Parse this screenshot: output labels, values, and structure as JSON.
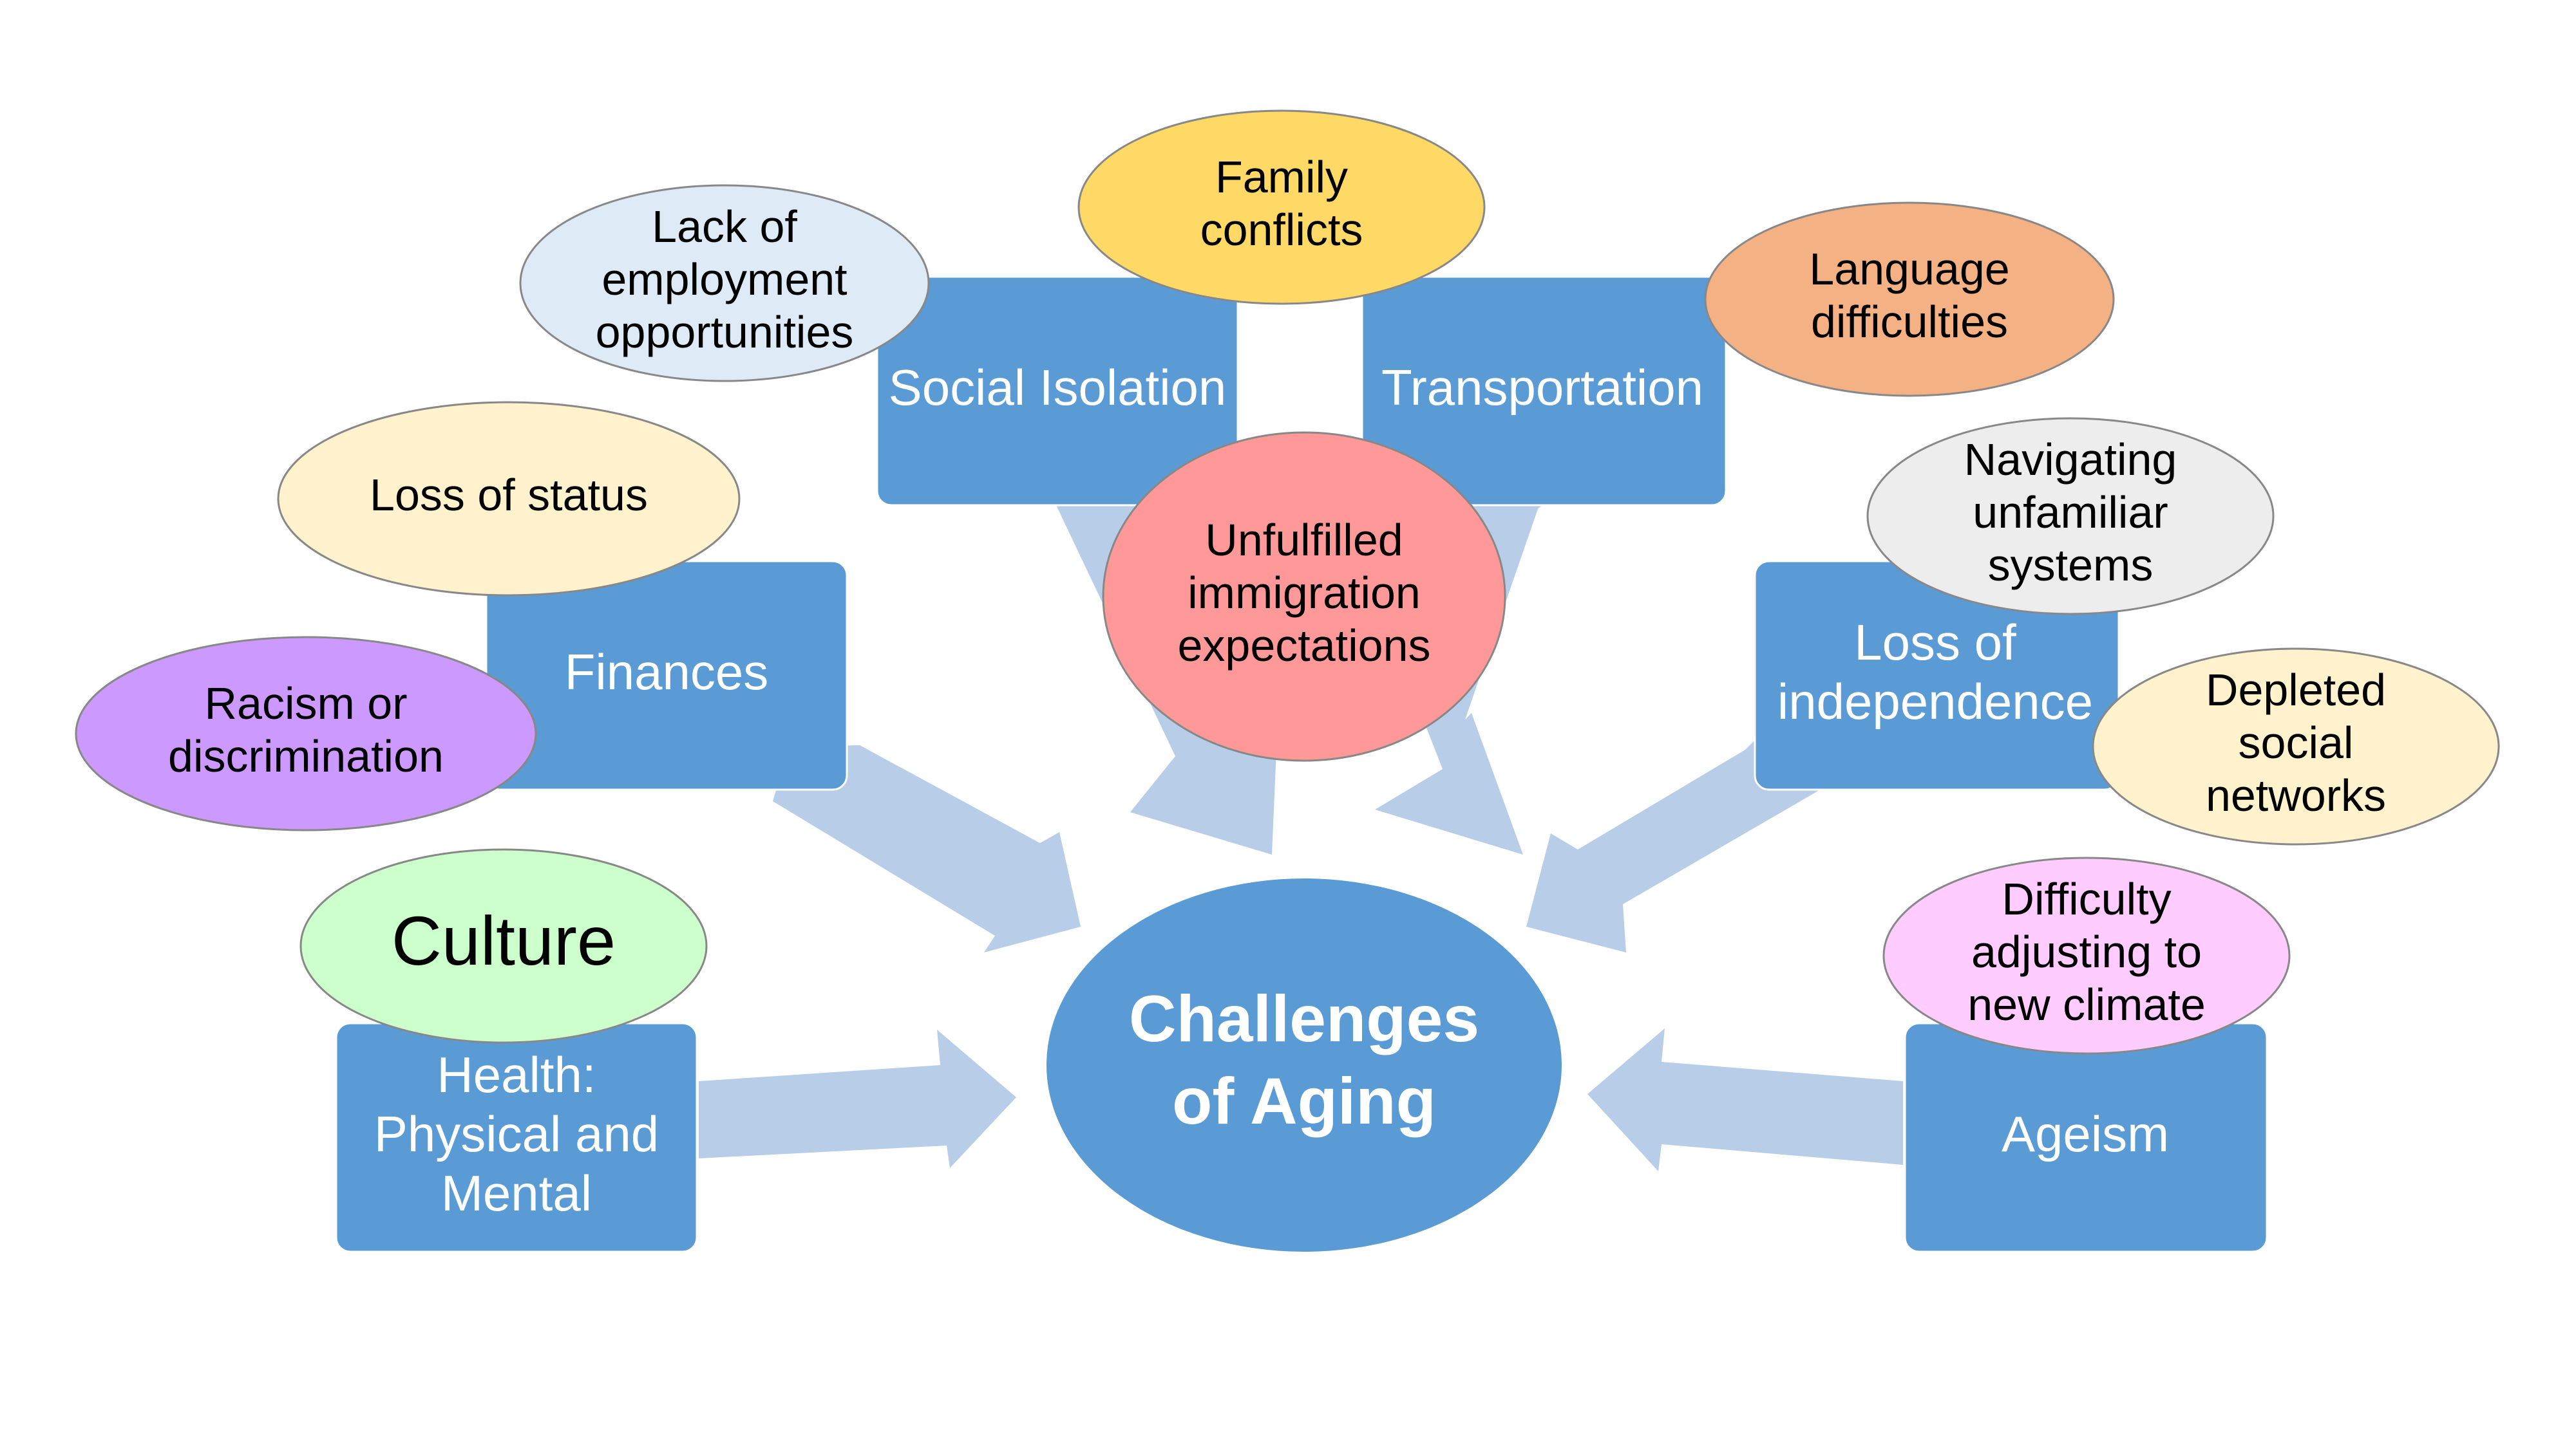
{
  "center": {
    "lines": [
      "Challenges",
      "of Aging"
    ],
    "color": "#5b9bd5"
  },
  "boxes": {
    "social_isolation": {
      "lines": [
        "Social Isolation"
      ]
    },
    "transportation": {
      "lines": [
        "Transportation"
      ]
    },
    "finances": {
      "lines": [
        "Finances"
      ]
    },
    "loss_of_independence": {
      "lines": [
        "Loss of",
        "independence"
      ]
    },
    "health": {
      "lines": [
        "Health:",
        "Physical and",
        "Mental"
      ]
    },
    "ageism": {
      "lines": [
        "Ageism"
      ]
    }
  },
  "ovals": {
    "family_conflicts": {
      "lines": [
        "Family",
        "conflicts"
      ],
      "color": "#ffd966"
    },
    "lack_of_employment": {
      "lines": [
        "Lack of",
        "employment",
        "opportunities"
      ],
      "color": "#deebf7"
    },
    "language_difficulties": {
      "lines": [
        "Language",
        "difficulties"
      ],
      "color": "#f4b183"
    },
    "loss_of_status": {
      "lines": [
        "Loss of status"
      ],
      "color": "#fff2cc"
    },
    "unfulfilled_expectations": {
      "lines": [
        "Unfulfilled",
        "immigration",
        "expectations"
      ],
      "color": "#ff9999"
    },
    "navigating_systems": {
      "lines": [
        "Navigating",
        "unfamiliar",
        "systems"
      ],
      "color": "#ededed"
    },
    "racism": {
      "lines": [
        "Racism or",
        "discrimination"
      ],
      "color": "#cc99ff"
    },
    "depleted_networks": {
      "lines": [
        "Depleted",
        "social",
        "networks"
      ],
      "color": "#fff2cc"
    },
    "culture": {
      "lines": [
        "Culture"
      ],
      "color": "#ccffcc"
    },
    "difficulty_climate": {
      "lines": [
        "Difficulty",
        "adjusting to",
        "new climate"
      ],
      "color": "#ffccff"
    }
  },
  "colors": {
    "box": "#5b9bd5",
    "arrow": "#b8cde8"
  }
}
